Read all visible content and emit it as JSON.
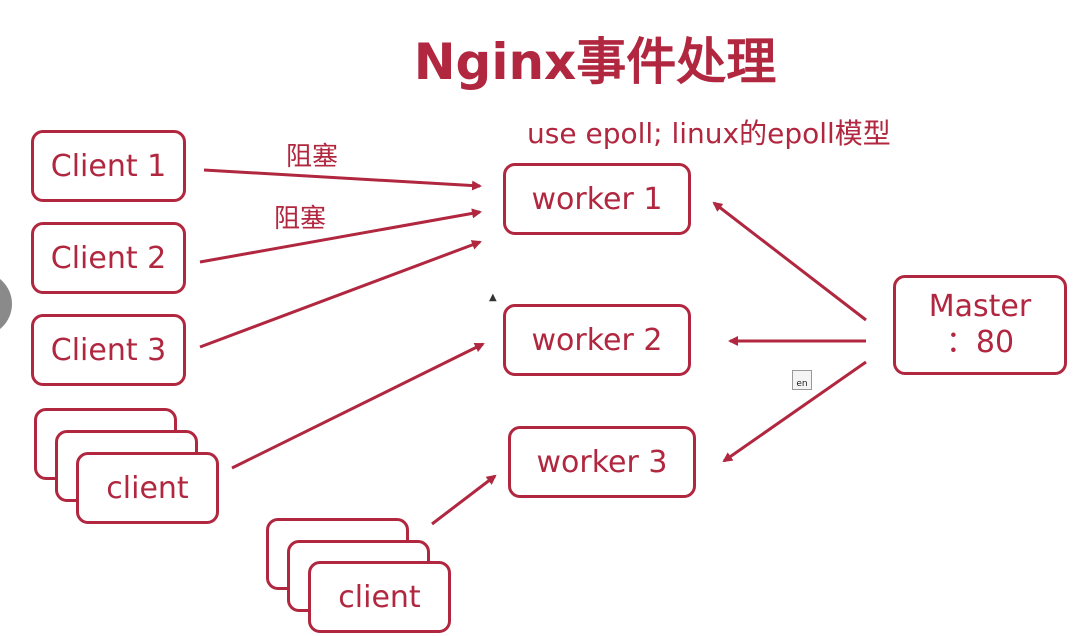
{
  "title": "Nginx事件处理",
  "caption": "use epoll; linux的epoll模型",
  "clients": {
    "c1": "Client 1",
    "c2": "Client 2",
    "c3": "Client 3",
    "stack_a": "client",
    "stack_b": "client"
  },
  "workers": {
    "w1": "worker 1",
    "w2": "worker 2",
    "w3": "worker 3"
  },
  "master": {
    "line1": "Master",
    "line2": "：80"
  },
  "labels": {
    "block1": "阻塞",
    "block2": "阻塞"
  },
  "colors": {
    "accent": "#b0273f"
  },
  "ime_icon": {
    "text": "en"
  }
}
